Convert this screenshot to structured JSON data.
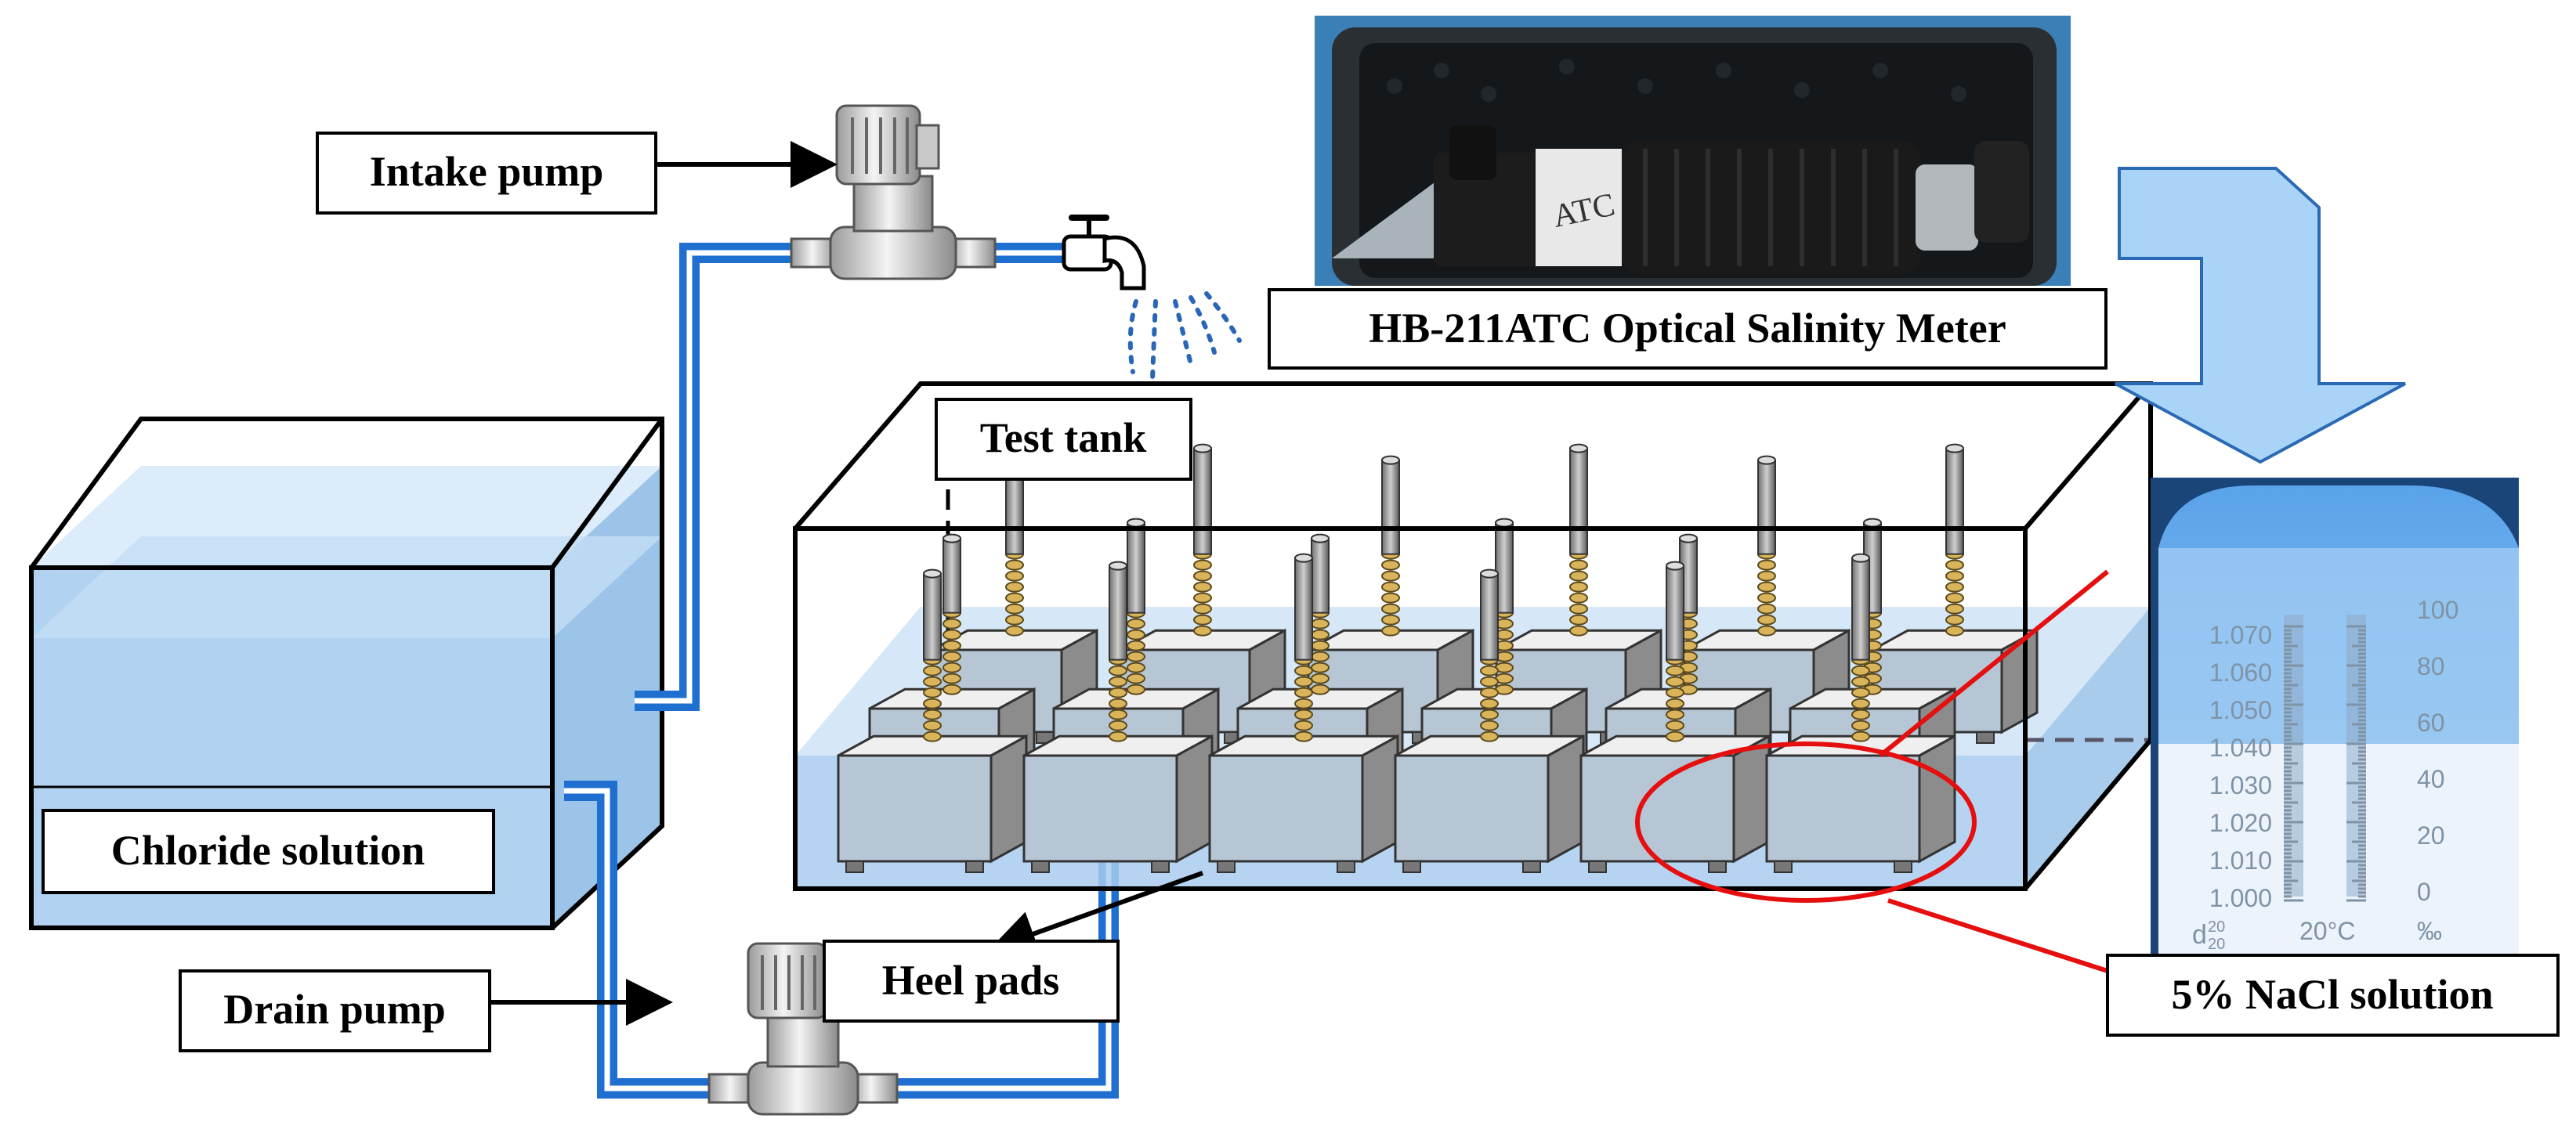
{
  "labels": {
    "intake_pump": "Intake pump",
    "drain_pump": "Drain pump",
    "chloride_solution": "Chloride solution",
    "test_tank": "Test tank",
    "heel_pads": "Heel pads",
    "salinity_meter": "HB-211ATC Optical Salinity Meter",
    "nacl_solution": "5% NaCl solution"
  },
  "meter_photo": {
    "device_marking": "ATC"
  },
  "refractometer_scale": {
    "density_ticks": [
      "1.070",
      "1.060",
      "1.050",
      "1.040",
      "1.030",
      "1.020",
      "1.010",
      "1.000"
    ],
    "permille_ticks": [
      "100",
      "80",
      "60",
      "40",
      "20",
      "0"
    ],
    "density_symbol": "d",
    "density_sup": "20",
    "density_sub": "20",
    "temperature": "20°C",
    "unit": "‰"
  },
  "colors": {
    "pipe": "#1e6fd0",
    "water": "#bcdcf6",
    "water_front": "#a8cdee",
    "arrow_fill": "#a9d4f7",
    "highlight": "#e60f0f"
  }
}
